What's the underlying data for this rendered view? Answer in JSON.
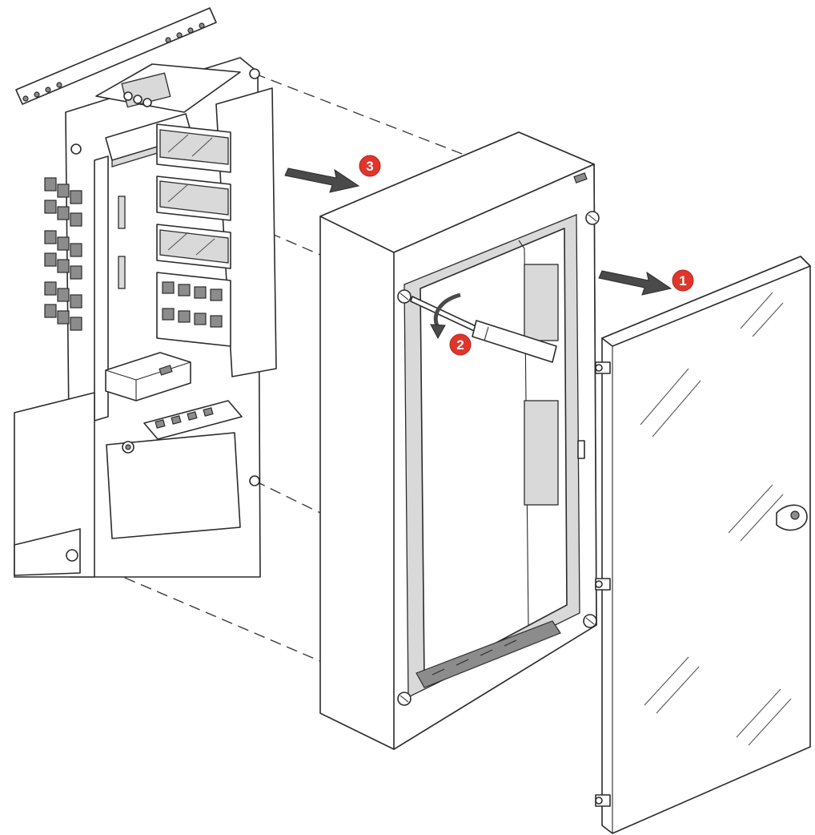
{
  "steps": [
    {
      "label": "1",
      "color": "#e0352b"
    },
    {
      "label": "2",
      "color": "#e0352b"
    },
    {
      "label": "3",
      "color": "#e0352b"
    }
  ],
  "icons": [
    "arrow-right-icon",
    "rotate-arrow-icon",
    "screwdriver-icon",
    "screw-icon"
  ]
}
